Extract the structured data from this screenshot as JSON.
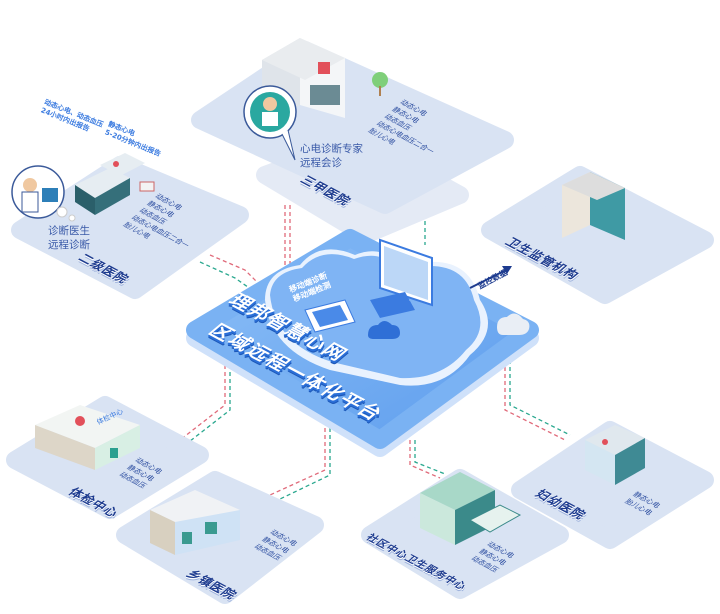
{
  "platform": {
    "title_line1": "理邦智慧心网",
    "title_line2": "区域远程一体化平台",
    "mobile_line1": "移动端诊断",
    "mobile_line2": "移动端检测"
  },
  "monitor_arrow": "监控数据",
  "nodes": {
    "tertiary": {
      "name": "三甲医院",
      "note_line1": "心电诊断专家",
      "note_line2": "远程会诊",
      "services": [
        "动态心电",
        "静态心电",
        "动态血压",
        "动态心电血压二合一",
        "胎儿心电"
      ]
    },
    "secondary": {
      "name": "二级医院",
      "note_line1": "诊断医生",
      "note_line2": "远程诊断",
      "annotation1_line1": "动态心电、动态血压",
      "annotation1_line2": "24小时内出报告",
      "annotation2_line1": "静态心电",
      "annotation2_line2": "5-20分钟内出报告",
      "services": [
        "动态心电",
        "静态心电",
        "动态血压",
        "动态心电血压二合一",
        "胎儿心电"
      ]
    },
    "regulator": {
      "name": "卫生监管机构"
    },
    "checkup": {
      "name": "体检中心",
      "sign": "体检中心",
      "services": [
        "动态心电",
        "静态心电",
        "动态血压"
      ]
    },
    "township": {
      "name": "乡镇医院",
      "services": [
        "动态心电",
        "静态心电",
        "动态血压"
      ]
    },
    "community": {
      "name": "社区中心卫生服务中心",
      "services": [
        "动态心电",
        "静态心电",
        "动态血压"
      ]
    },
    "maternity": {
      "name": "妇幼医院",
      "services": [
        "静态心电",
        "胎儿心电"
      ]
    }
  },
  "colors": {
    "platform": "#d9e3f3",
    "central": "#6aa8f0",
    "red_line": "#e06a7a",
    "teal_line": "#2aa88f",
    "label": "#1d3b8f"
  }
}
